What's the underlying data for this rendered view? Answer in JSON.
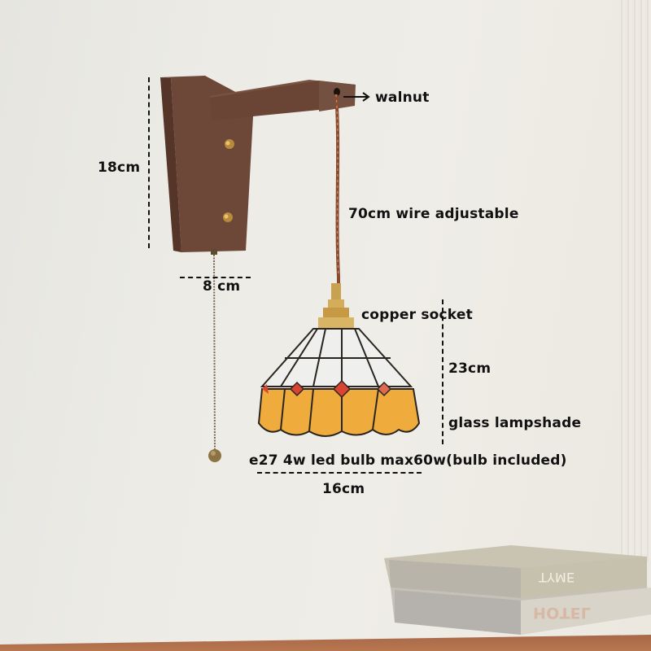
{
  "annotations": {
    "material": "walnut",
    "bracket_height": "18cm",
    "bracket_width": "8 cm",
    "wire": "70cm wire adjustable",
    "socket": "copper socket",
    "lamp_height": "23cm",
    "shade": "glass lampshade",
    "bulb": "e27 4w led bulb max60w(bulb included)",
    "lamp_width": "16cm"
  },
  "books": {
    "top_spine": "TYME",
    "bottom_spine": "HOTEL"
  },
  "colors": {
    "wall": "#ecebe6",
    "walnut": "#6b4636",
    "brass": "#c9a24f",
    "shade_white": "#eeeeec",
    "shade_amber": "#efae3e",
    "shade_red": "#d9432e",
    "text": "#111111",
    "table": "#b0704c"
  }
}
